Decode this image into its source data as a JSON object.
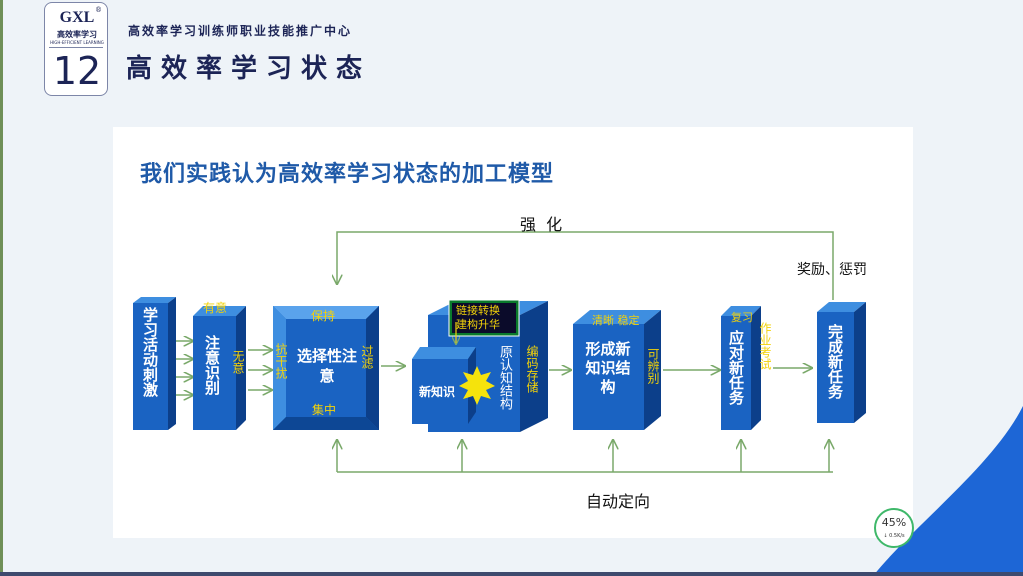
{
  "header": {
    "logo_text": "GXL",
    "logo_reg": "®",
    "logo_sub": "高效率学习",
    "logo_en": "HIGH-EFFICIENT LEARNING",
    "page_number": "12",
    "org_name": "高效率学习训练师职业技能推广中心",
    "title": "高效率学习状态"
  },
  "diagram": {
    "title": "我们实践认为高效率学习状态的加工模型",
    "top_label": "强  化",
    "reward_label": "奖励、惩罚",
    "bottom_label": "自动定向",
    "nodes": {
      "stimulus": "学习活动刺激",
      "attention": "注意识别",
      "attention_top": "有意",
      "attention_side": "无意",
      "resist": "抗干扰",
      "selective": "选择性注意",
      "selective_top": "保持",
      "selective_bottom": "集中",
      "filter": "过滤",
      "new_knowledge": "新知识",
      "callout_line1": "链接转换",
      "callout_line2": "建构升华",
      "original": "原认知结构",
      "encode": "编码存储",
      "structure": "形成新知识结构",
      "structure_top": "清晰 稳定",
      "distinguish": "可辨别",
      "apply": "应对新任务",
      "apply_top": "复习",
      "homework": "作业考试",
      "complete": "完成新任务"
    },
    "colors": {
      "box_front": "#1a63c2",
      "box_top": "#3e8ee0",
      "box_side": "#0c3f8a",
      "arrow": "#7aa96a",
      "accent_text": "#f2d20a"
    }
  },
  "status": {
    "percent": "45%",
    "speed": "↓ 0.5K/s"
  }
}
